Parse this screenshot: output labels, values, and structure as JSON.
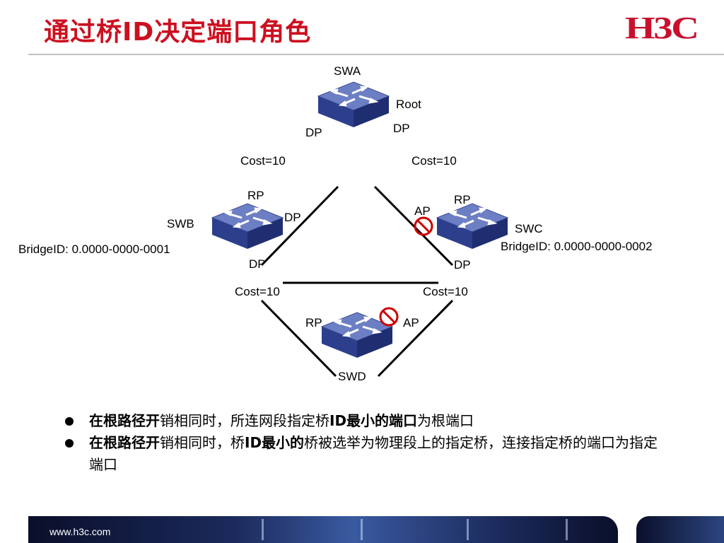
{
  "header": {
    "title": "通过桥ID决定端口角色",
    "logo": "H3C"
  },
  "diagram": {
    "switches": {
      "swa": {
        "name": "SWA",
        "note": "Root"
      },
      "swb": {
        "name": "SWB",
        "bridge_id": "BridgeID: 0.0000-0000-0001"
      },
      "swc": {
        "name": "SWC",
        "bridge_id": "BridgeID: 0.0000-0000-0002"
      },
      "swd": {
        "name": "SWD"
      }
    },
    "ports": {
      "swa_left": "DP",
      "swa_right": "DP",
      "swb_top": "RP",
      "swb_right": "DP",
      "swb_bottom": "DP",
      "swc_top": "RP",
      "swc_left": "AP",
      "swc_bottom": "DP",
      "swd_left": "RP",
      "swd_right": "AP"
    },
    "costs": {
      "ab": "Cost=10",
      "ac": "Cost=10",
      "bd": "Cost=10",
      "cd": "Cost=10"
    },
    "colors": {
      "block_symbol": "#cc0000",
      "switch_top": "#6d7fc4",
      "switch_side": "#2d3f8c"
    }
  },
  "bullets": [
    {
      "bold": "在根路径开",
      "normal": "销相同时，所连网段指定桥",
      "bold2": "ID最小的端口",
      "normal2": "为根端口"
    },
    {
      "bold": "在根路径开",
      "normal": "销相同时，桥",
      "bold2": "ID最小的",
      "normal2": "桥被选举为物理段上的指定桥，连接指定桥的端口为指定端口"
    }
  ],
  "footer": {
    "url": "www.h3c.com"
  }
}
